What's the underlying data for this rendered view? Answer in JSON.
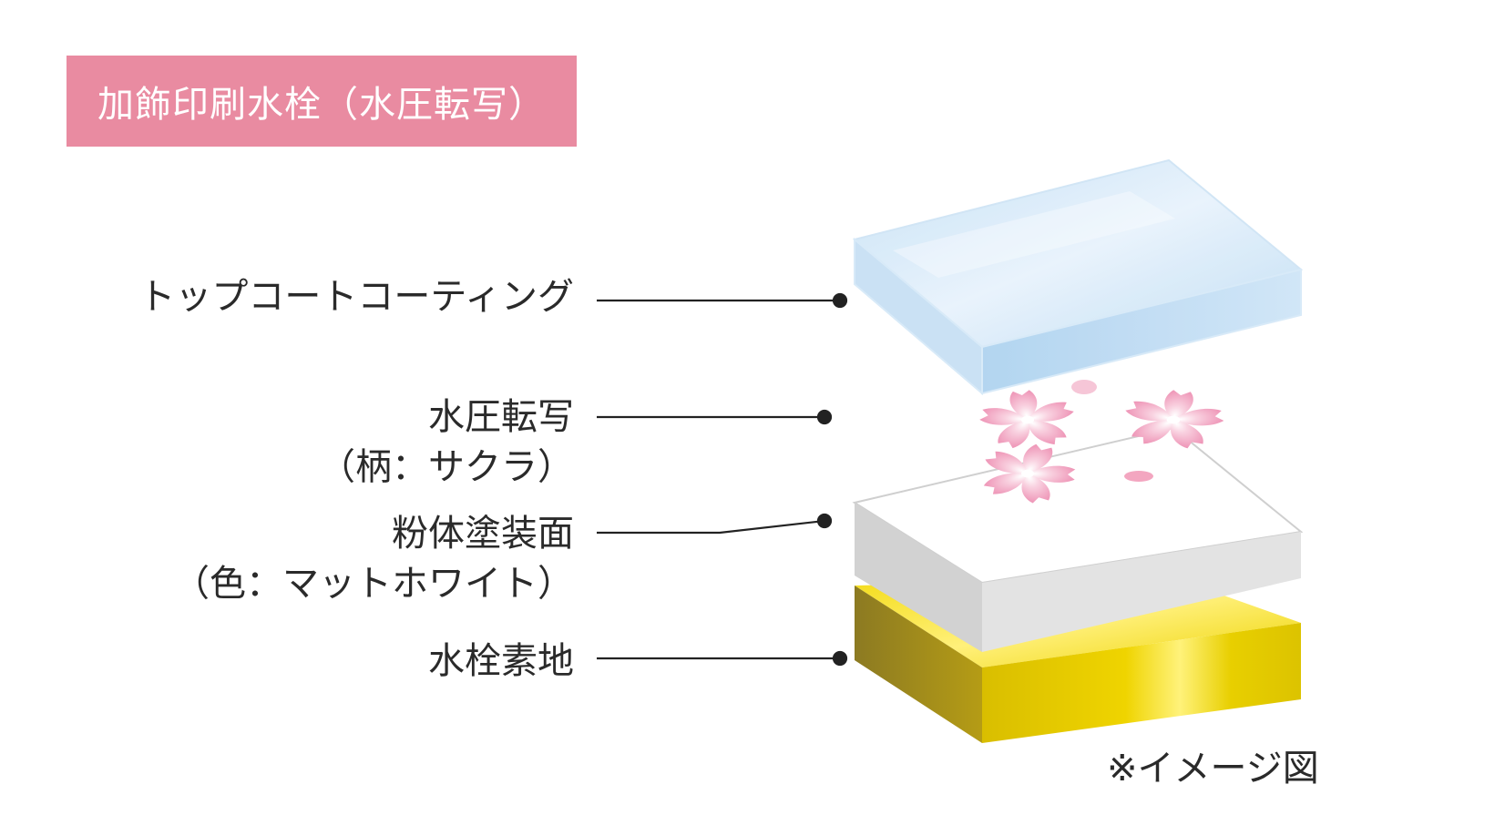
{
  "title": "加飾印刷水栓（水圧転写）",
  "labels": {
    "topcoat": "トップコートコーティング",
    "transfer_line1": "水圧転写",
    "transfer_line2": "（柄：サクラ）",
    "powder_line1": "粉体塗装面",
    "powder_line2": "（色：マットホワイト）",
    "base": "水栓素地"
  },
  "note": "※イメージ図",
  "colors": {
    "title_bg": "#E98BA1",
    "topcoat_layer": "#BFDDF3",
    "powder_layer": "#F3F3F3",
    "base_layer": "#E6C800",
    "sakura": "#F2A9C4",
    "leader_line": "#222222"
  },
  "icons": [
    "sakura-flower-icon"
  ]
}
